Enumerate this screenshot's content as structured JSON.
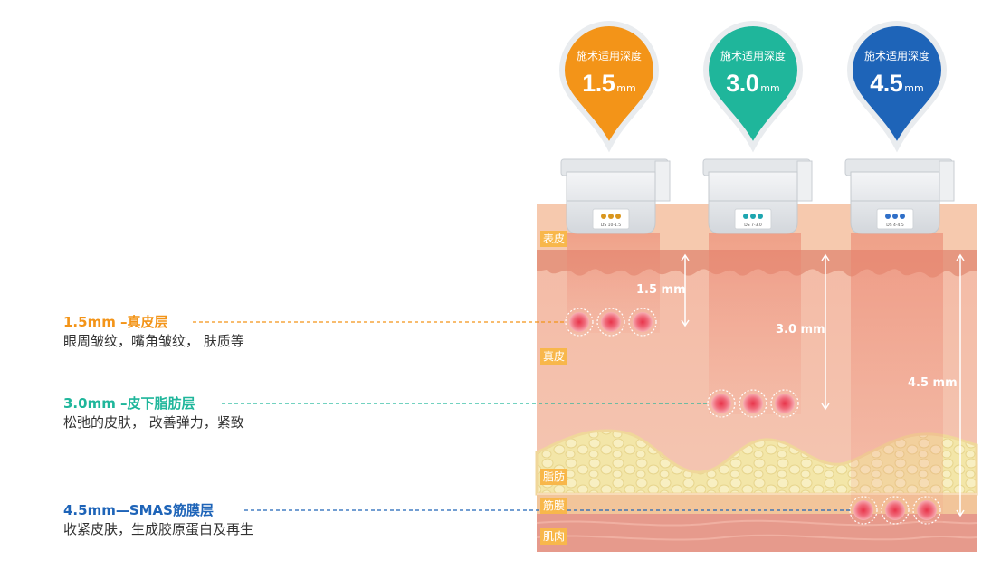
{
  "pins": [
    {
      "caption": "施术适用深度",
      "depth": "1.5",
      "unit": "mm",
      "color": "#f39418",
      "dots_color": "#d9961e",
      "cartridge_label": "DS 10-1.5"
    },
    {
      "caption": "施术适用深度",
      "depth": "3.0",
      "unit": "mm",
      "color": "#1fb69b",
      "dots_color": "#1ea6b0",
      "cartridge_label": "DS 7-3.0"
    },
    {
      "caption": "施术适用深度",
      "depth": "4.5",
      "unit": "mm",
      "color": "#1e64b8",
      "dots_color": "#2f6fc8",
      "cartridge_label": "DS 4-4.5"
    }
  ],
  "depth_markers": [
    "1.5 mm",
    "3.0 mm",
    "4.5 mm"
  ],
  "layer_tags": [
    "表皮",
    "真皮",
    "脂肪",
    "筋膜",
    "肌肉"
  ],
  "left_labels": [
    {
      "title": "1.5mm –真皮层",
      "desc": "眼周皱纹，嘴角皱纹， 肤质等",
      "color": "#f39418"
    },
    {
      "title": "3.0mm –皮下脂肪层",
      "desc": "松弛的皮肤， 改善弹力，紧致",
      "color": "#1fb69b"
    },
    {
      "title": "4.5mm—SMAS筋膜层",
      "desc": "收紧皮肤，生成胶原蛋白及再生",
      "color": "#1e64b8"
    }
  ]
}
